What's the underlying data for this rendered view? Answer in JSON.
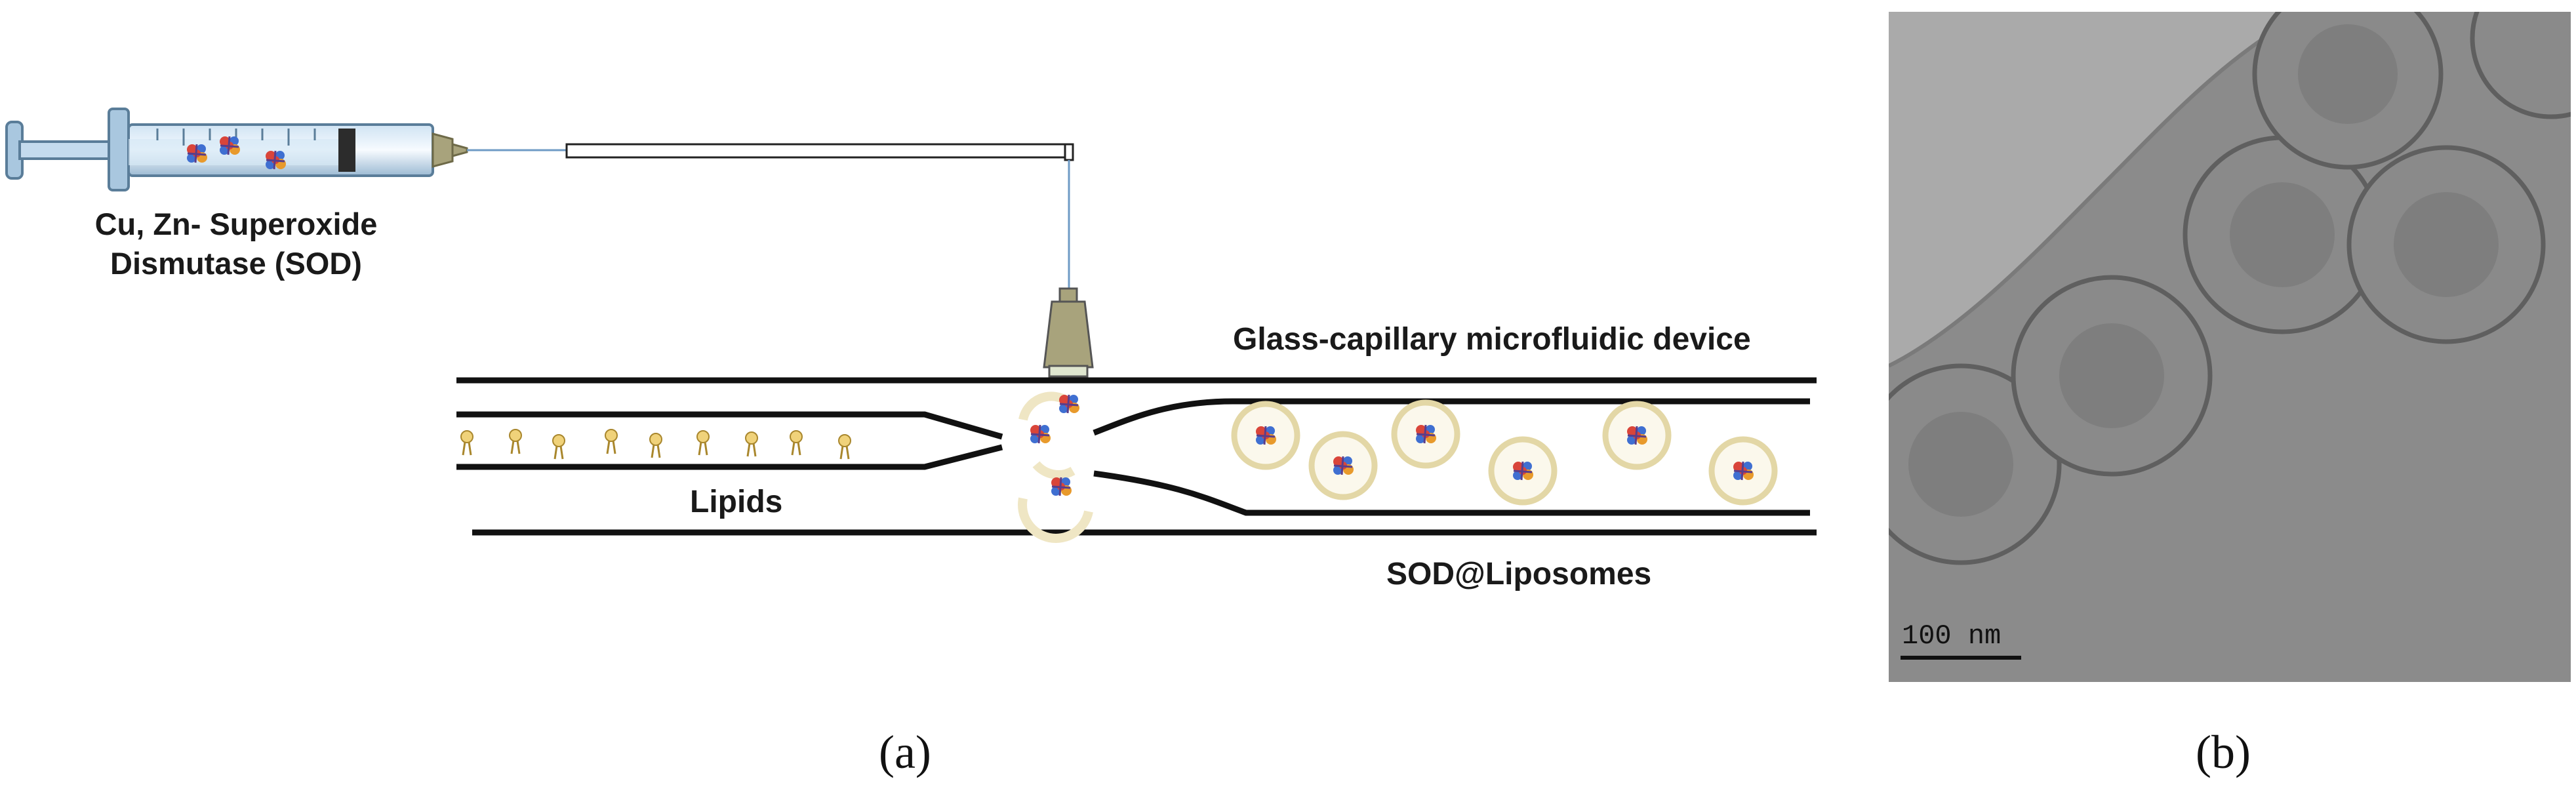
{
  "syringe": {
    "label_line1": "Cu, Zn- Superoxide",
    "label_line2": "Dismutase (SOD)"
  },
  "device": {
    "label": "Glass-capillary microfluidic device",
    "lipids_label": "Lipids",
    "output_label": "SOD@Liposomes"
  },
  "micrograph": {
    "scale_text": "100 nm"
  },
  "panels": {
    "a": "(a)",
    "b": "(b)"
  },
  "colors": {
    "protein_red": "#d9453a",
    "protein_blue": "#3f6fd1",
    "protein_orange": "#e89a2c",
    "liposome_shell": "#efe6c4",
    "nozzle": "#a8a37c",
    "tubing": "#6f9bc5"
  }
}
